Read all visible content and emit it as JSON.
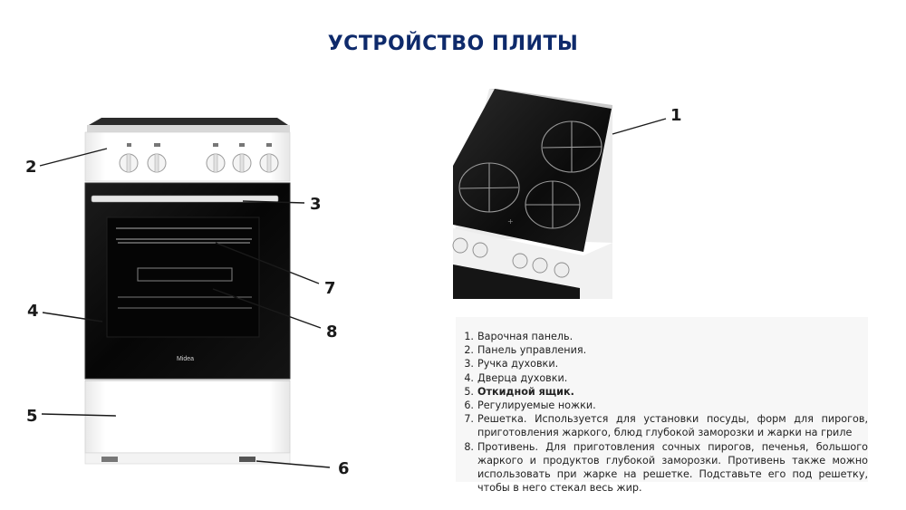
{
  "title": "УСТРОЙСТВО ПЛИТЫ",
  "brand": "Midea",
  "callouts": [
    "1",
    "2",
    "3",
    "4",
    "5",
    "6",
    "7",
    "8"
  ],
  "legend": [
    {
      "num": "1.",
      "text": "Варочная панель."
    },
    {
      "num": "2.",
      "text": "Панель управления."
    },
    {
      "num": "3.",
      "text": "Ручка духовки."
    },
    {
      "num": "4.",
      "text": "Дверца духовки."
    },
    {
      "num": "5.",
      "text": "Откидной ящик."
    },
    {
      "num": "6.",
      "text": "Регулируемые ножки."
    },
    {
      "num": "7.",
      "text": "Решетка. Используется для установки посуды, форм для пирогов, приготовления жаркого, блюд глубокой заморозки и жарки на гриле"
    },
    {
      "num": "8.",
      "text": "Противень. Для приготовления сочных пирогов, печенья, большого жаркого и продуктов глубокой заморозки. Противень также можно использовать при жарке на решетке. Подставьте его под решетку, чтобы в него стекал весь жир."
    }
  ],
  "colors": {
    "title": "#0e2a6b",
    "stove_body": "#ffffff",
    "door_glass": "#0b0b0b",
    "hob": "#111111"
  }
}
